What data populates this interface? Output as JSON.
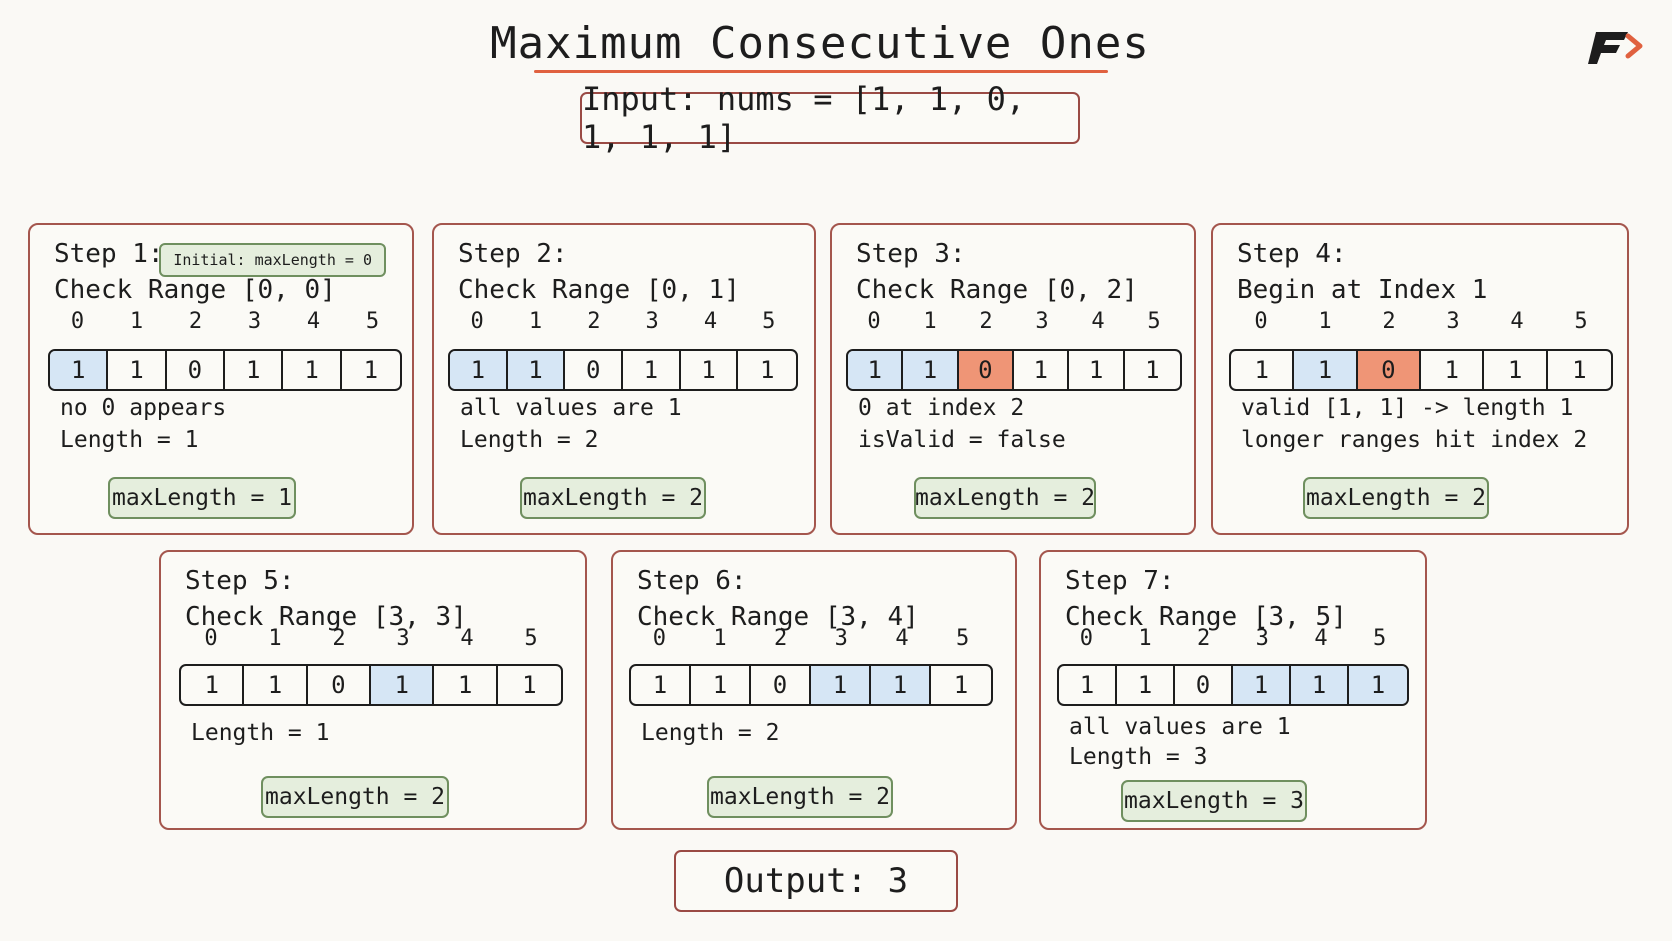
{
  "title": "Maximum Consecutive Ones",
  "input": "Input:  nums = [1, 1, 0, 1, 1, 1]",
  "output": "Output: 3",
  "indices": [
    "0",
    "1",
    "2",
    "3",
    "4",
    "5"
  ],
  "colors": {
    "highlight": "#d6e6f5",
    "zero_hit": "#ef9576",
    "badge": "#e5eedd",
    "border": "#a4564d",
    "accent": "#e0613f"
  },
  "steps": [
    {
      "title": "Step 1:",
      "subtitle": "Check Range [0, 0]",
      "badge": "Initial: maxLength = 0",
      "cells": [
        {
          "v": "1",
          "s": "blue"
        },
        {
          "v": "1",
          "s": ""
        },
        {
          "v": "0",
          "s": ""
        },
        {
          "v": "1",
          "s": ""
        },
        {
          "v": "1",
          "s": ""
        },
        {
          "v": "1",
          "s": ""
        }
      ],
      "notes": [
        "no 0 appears",
        "Length = 1"
      ],
      "max": "maxLength = 1"
    },
    {
      "title": "Step 2:",
      "subtitle": "Check Range [0, 1]",
      "cells": [
        {
          "v": "1",
          "s": "blue"
        },
        {
          "v": "1",
          "s": "blue"
        },
        {
          "v": "0",
          "s": ""
        },
        {
          "v": "1",
          "s": ""
        },
        {
          "v": "1",
          "s": ""
        },
        {
          "v": "1",
          "s": ""
        }
      ],
      "notes": [
        "all values are 1",
        "Length = 2"
      ],
      "max": "maxLength = 2"
    },
    {
      "title": "Step 3:",
      "subtitle": "Check Range [0, 2]",
      "cells": [
        {
          "v": "1",
          "s": "blue"
        },
        {
          "v": "1",
          "s": "blue"
        },
        {
          "v": "0",
          "s": "red"
        },
        {
          "v": "1",
          "s": ""
        },
        {
          "v": "1",
          "s": ""
        },
        {
          "v": "1",
          "s": ""
        }
      ],
      "notes": [
        "0 at index 2",
        "isValid = false"
      ],
      "max": "maxLength = 2"
    },
    {
      "title": "Step 4:",
      "subtitle": "Begin at Index 1",
      "cells": [
        {
          "v": "1",
          "s": ""
        },
        {
          "v": "1",
          "s": "blue"
        },
        {
          "v": "0",
          "s": "red"
        },
        {
          "v": "1",
          "s": ""
        },
        {
          "v": "1",
          "s": ""
        },
        {
          "v": "1",
          "s": ""
        }
      ],
      "notes": [
        "valid [1, 1] -> length 1",
        "longer ranges hit index 2"
      ],
      "max": "maxLength = 2"
    },
    {
      "title": "Step 5:",
      "subtitle": "Check Range [3, 3]",
      "cells": [
        {
          "v": "1",
          "s": ""
        },
        {
          "v": "1",
          "s": ""
        },
        {
          "v": "0",
          "s": ""
        },
        {
          "v": "1",
          "s": "blue"
        },
        {
          "v": "1",
          "s": ""
        },
        {
          "v": "1",
          "s": ""
        }
      ],
      "notes": [
        "Length = 1"
      ],
      "max": "maxLength = 2"
    },
    {
      "title": "Step 6:",
      "subtitle": "Check Range [3, 4]",
      "cells": [
        {
          "v": "1",
          "s": ""
        },
        {
          "v": "1",
          "s": ""
        },
        {
          "v": "0",
          "s": ""
        },
        {
          "v": "1",
          "s": "blue"
        },
        {
          "v": "1",
          "s": "blue"
        },
        {
          "v": "1",
          "s": ""
        }
      ],
      "notes": [
        "Length = 2"
      ],
      "max": "maxLength = 2"
    },
    {
      "title": "Step 7:",
      "subtitle": "Check Range [3, 5]",
      "cells": [
        {
          "v": "1",
          "s": ""
        },
        {
          "v": "1",
          "s": ""
        },
        {
          "v": "0",
          "s": ""
        },
        {
          "v": "1",
          "s": "blue"
        },
        {
          "v": "1",
          "s": "blue"
        },
        {
          "v": "1",
          "s": "blue"
        }
      ],
      "notes": [
        "all values are 1",
        "Length = 3"
      ],
      "max": "maxLength = 3"
    }
  ]
}
